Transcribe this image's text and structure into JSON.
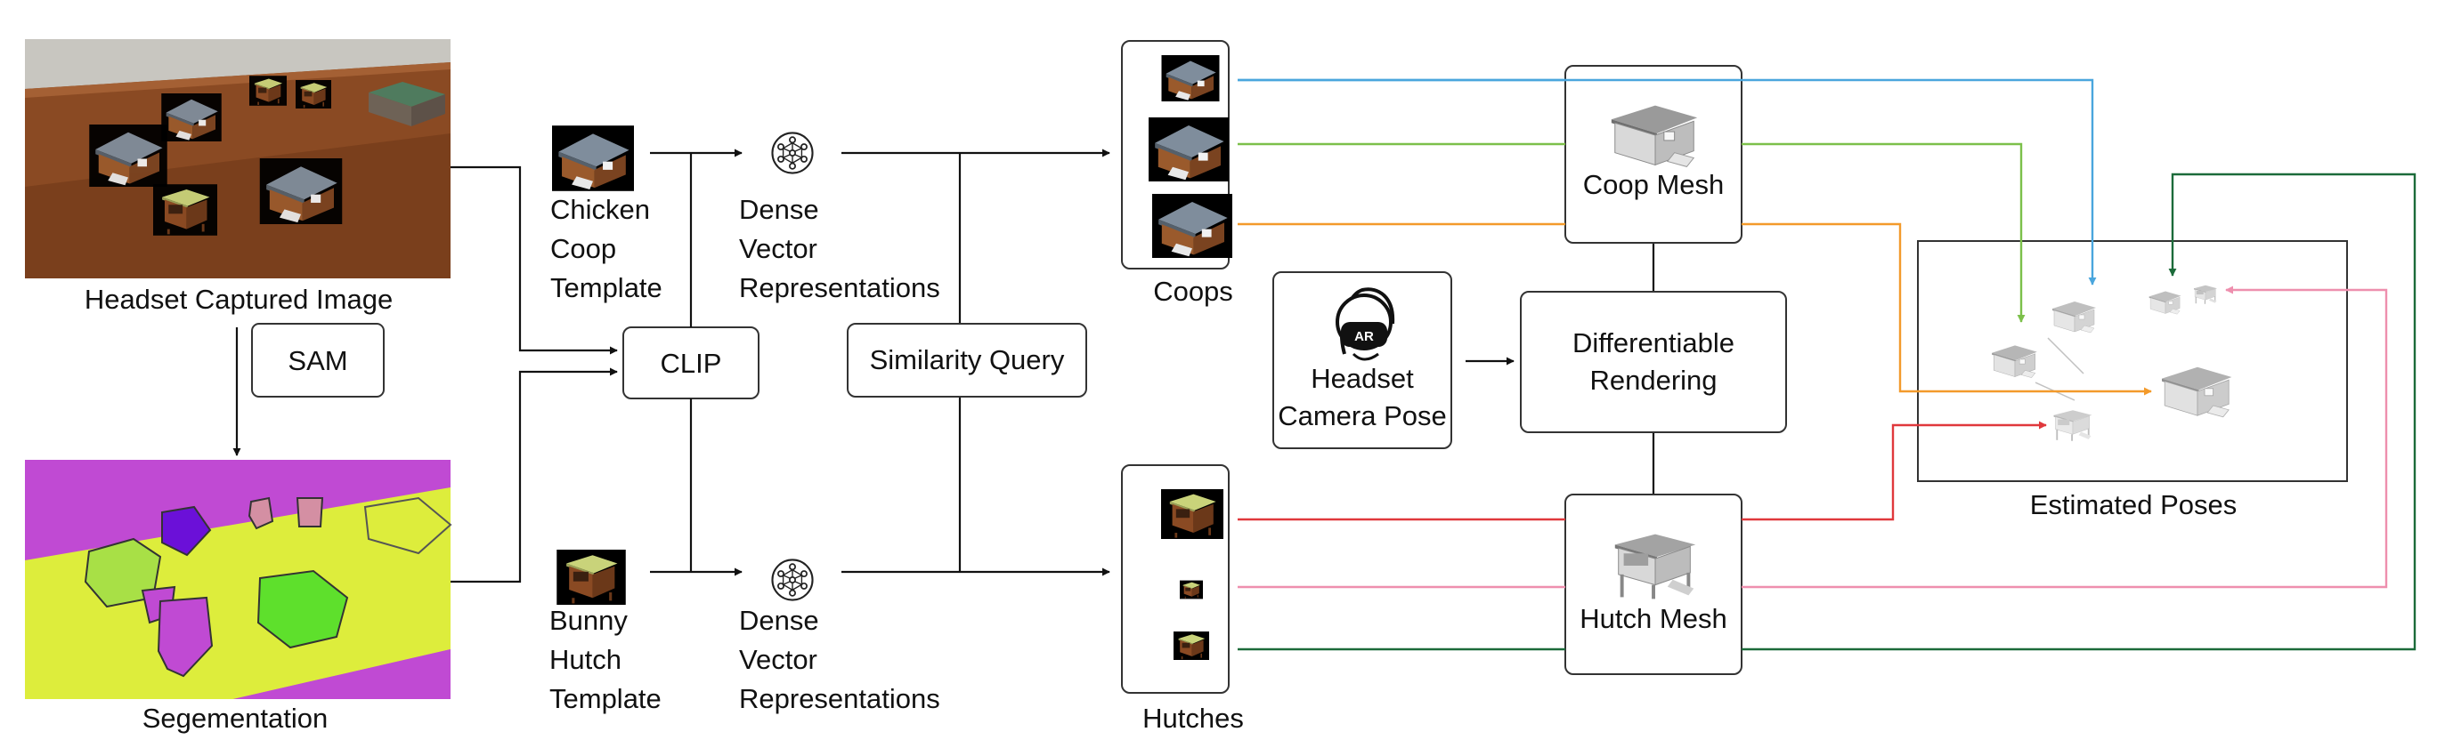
{
  "labels": {
    "headset_image": "Headset Captured Image",
    "sam": "SAM",
    "segmentation": "Segementation",
    "coop_template": [
      "Chicken",
      "Coop",
      "Template"
    ],
    "hutch_template": [
      "Bunny",
      "Hutch",
      "Template"
    ],
    "clip": "CLIP",
    "dense_top": [
      "Dense",
      "Vector",
      "Representations"
    ],
    "dense_bottom": [
      "Dense",
      "Vector",
      "Representations"
    ],
    "similarity_query": "Similarity Query",
    "coops": "Coops",
    "hutches": "Hutches",
    "headset_pose": [
      "Headset",
      "Camera Pose"
    ],
    "ar_badge": "AR",
    "coop_mesh": "Coop Mesh",
    "hutch_mesh": "Hutch Mesh",
    "diff_rendering": [
      "Differentiable",
      "Rendering"
    ],
    "estimated_poses": "Estimated Poses"
  },
  "colors": {
    "blue": "#4aa6dd",
    "green": "#7cc04a",
    "orange": "#f39a2b",
    "red": "#e0383c",
    "pink": "#ee8fae",
    "dark_green": "#1c6b3a",
    "segmentation_purple": "#c04ad3",
    "segmentation_yellow": "#dded3c",
    "table_wood": "#8a4a23",
    "wall": "#c8c6c0"
  },
  "icons": {
    "embedding": "embedding-network-icon",
    "headset": "ar-headset-icon",
    "coop_mesh": "coop-mesh-icon",
    "hutch_mesh": "hutch-mesh-icon"
  }
}
